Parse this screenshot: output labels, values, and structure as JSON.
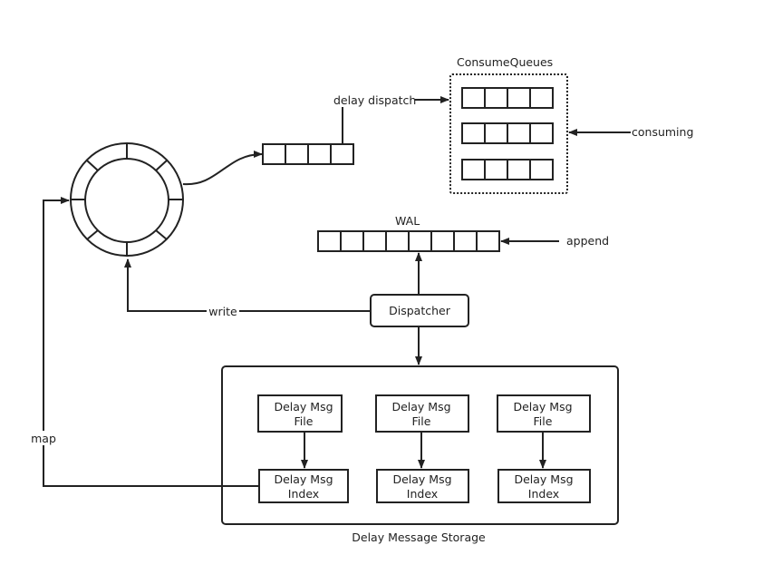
{
  "labels": {
    "consume_queues": "ConsumeQueues",
    "delay_dispatch": "delay dispatch",
    "consuming": "consuming",
    "wal": "WAL",
    "append": "append",
    "dispatcher": "Dispatcher",
    "write": "write",
    "map": "map",
    "storage": "Delay Message Storage"
  },
  "storage": {
    "files": [
      {
        "line1": "Delay Msg",
        "line2": "File"
      },
      {
        "line1": "Delay Msg",
        "line2": "File"
      },
      {
        "line1": "Delay Msg",
        "line2": "File"
      }
    ],
    "indexes": [
      {
        "line1": "Delay Msg",
        "line2": "Index"
      },
      {
        "line1": "Delay Msg",
        "line2": "Index"
      },
      {
        "line1": "Delay Msg",
        "line2": "Index"
      }
    ]
  }
}
